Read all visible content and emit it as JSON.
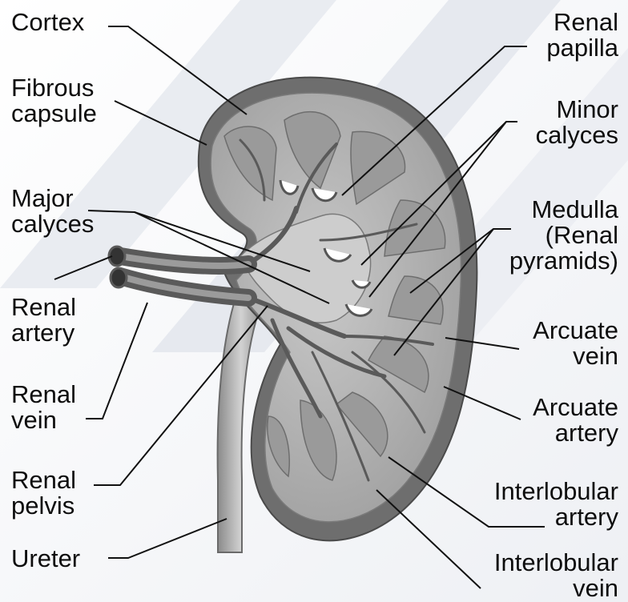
{
  "labels": {
    "cortex": [
      "Cortex"
    ],
    "fibrous_capsule": [
      "Fibrous",
      "capsule"
    ],
    "major_calyces": [
      "Major",
      "calyces"
    ],
    "renal_artery": [
      "Renal",
      "artery"
    ],
    "renal_vein": [
      "Renal",
      "vein"
    ],
    "renal_pelvis": [
      "Renal",
      "pelvis"
    ],
    "ureter": [
      "Ureter"
    ],
    "renal_papilla": [
      "Renal",
      "papilla"
    ],
    "minor_calyces": [
      "Minor",
      "calyces"
    ],
    "medulla": [
      "Medulla",
      "(Renal",
      "pyramids)"
    ],
    "arcuate_vein": [
      "Arcuate",
      "vein"
    ],
    "arcuate_artery": [
      "Arcuate",
      "artery"
    ],
    "interlobular_artery": [
      "Interlobular",
      "artery"
    ],
    "interlobular_vein": [
      "Interlobular",
      "vein"
    ]
  },
  "colors": {
    "capsule": "#6e6e6e",
    "cortex": "#b9b9b9",
    "pyramid": "#9a9a9a",
    "pelvis": "#c9c9c9",
    "vessel": "#5a5a5a",
    "leader": "#111111"
  }
}
